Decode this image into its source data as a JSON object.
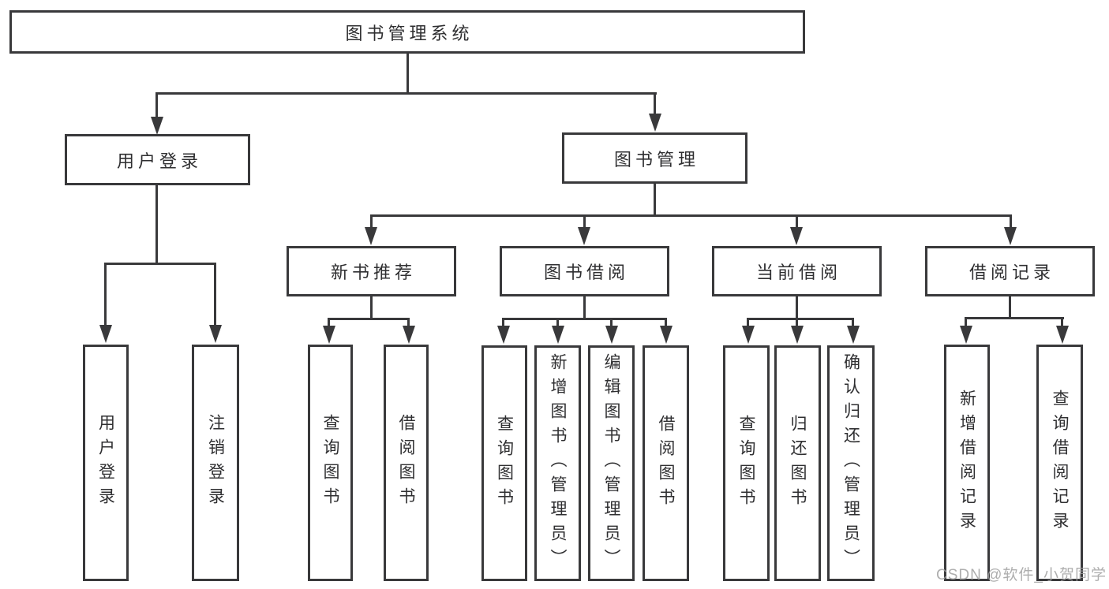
{
  "nodes": {
    "root": "图书管理系统",
    "user_login": "用户登录",
    "book_mgmt": "图书管理",
    "new_book_rec": "新书推荐",
    "book_borrow": "图书借阅",
    "current_borrow": "当前借阅",
    "borrow_record": "借阅记录",
    "leaf_user_login": "用户登录",
    "leaf_logout": "注销登录",
    "rec_query_book": "查询图书",
    "rec_borrow_book": "借阅图书",
    "bb_query_book": "查询图书",
    "bb_add_book": "新增图书（管理员）",
    "bb_edit_book": "编辑图书（管理员）",
    "bb_borrow_book": "借阅图书",
    "cb_query_book": "查询图书",
    "cb_return_book": "归还图书",
    "cb_confirm_return": "确认归还（管理员）",
    "br_add_record": "新增借阅记录",
    "br_query_record": "查询借阅记录"
  },
  "watermark": "CSDN @软件_小贺同学",
  "colors": {
    "line": "#39393b",
    "text": "#2f2f31",
    "watermark": "#a0a0a0"
  }
}
